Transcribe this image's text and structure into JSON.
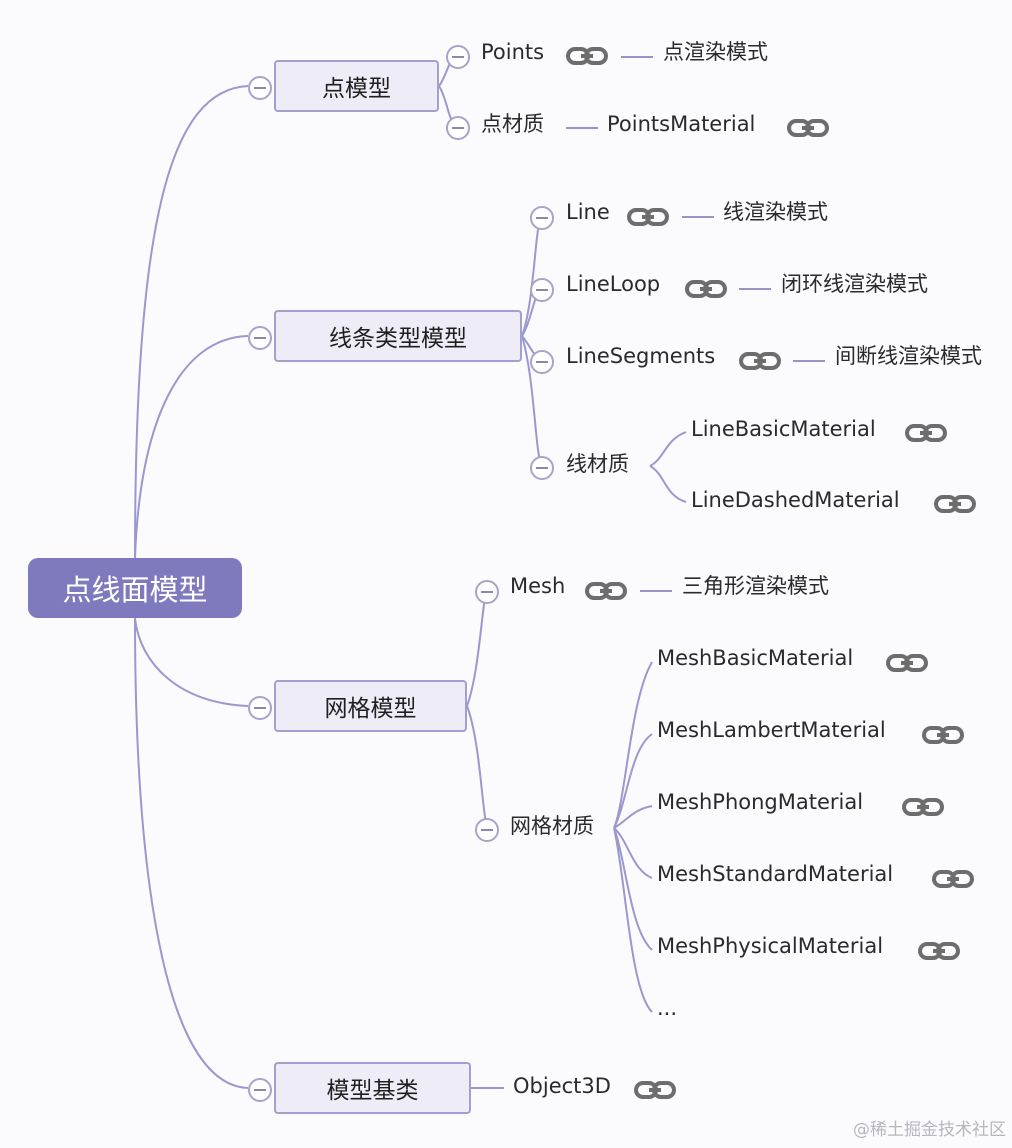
{
  "root": "点线面模型",
  "points_model": {
    "title": "点模型",
    "points": "Points",
    "points_desc": "点渲染模式",
    "material_label": "点材质",
    "material_name": "PointsMaterial"
  },
  "line_model": {
    "title": "线条类型模型",
    "line": "Line",
    "line_desc": "线渲染模式",
    "lineloop": "LineLoop",
    "lineloop_desc": "闭环线渲染模式",
    "linesegments": "LineSegments",
    "linesegments_desc": "间断线渲染模式",
    "material_label": "线材质",
    "materials": [
      "LineBasicMaterial",
      "LineDashedMaterial"
    ]
  },
  "mesh_model": {
    "title": "网格模型",
    "mesh": "Mesh",
    "mesh_desc": "三角形渲染模式",
    "material_label": "网格材质",
    "materials": [
      "MeshBasicMaterial",
      "MeshLambertMaterial",
      "MeshPhongMaterial",
      "MeshStandardMaterial",
      "MeshPhysicalMaterial",
      "..."
    ]
  },
  "base_model": {
    "title": "模型基类",
    "object3d": "Object3D"
  },
  "watermark": "@稀土掘金技术社区",
  "colors": {
    "root_fill": "#7f79be",
    "node_fill": "#eeedf7",
    "node_border": "#a39fd0",
    "connector": "#9c97cf",
    "link_icon": "#6d6d6d"
  }
}
